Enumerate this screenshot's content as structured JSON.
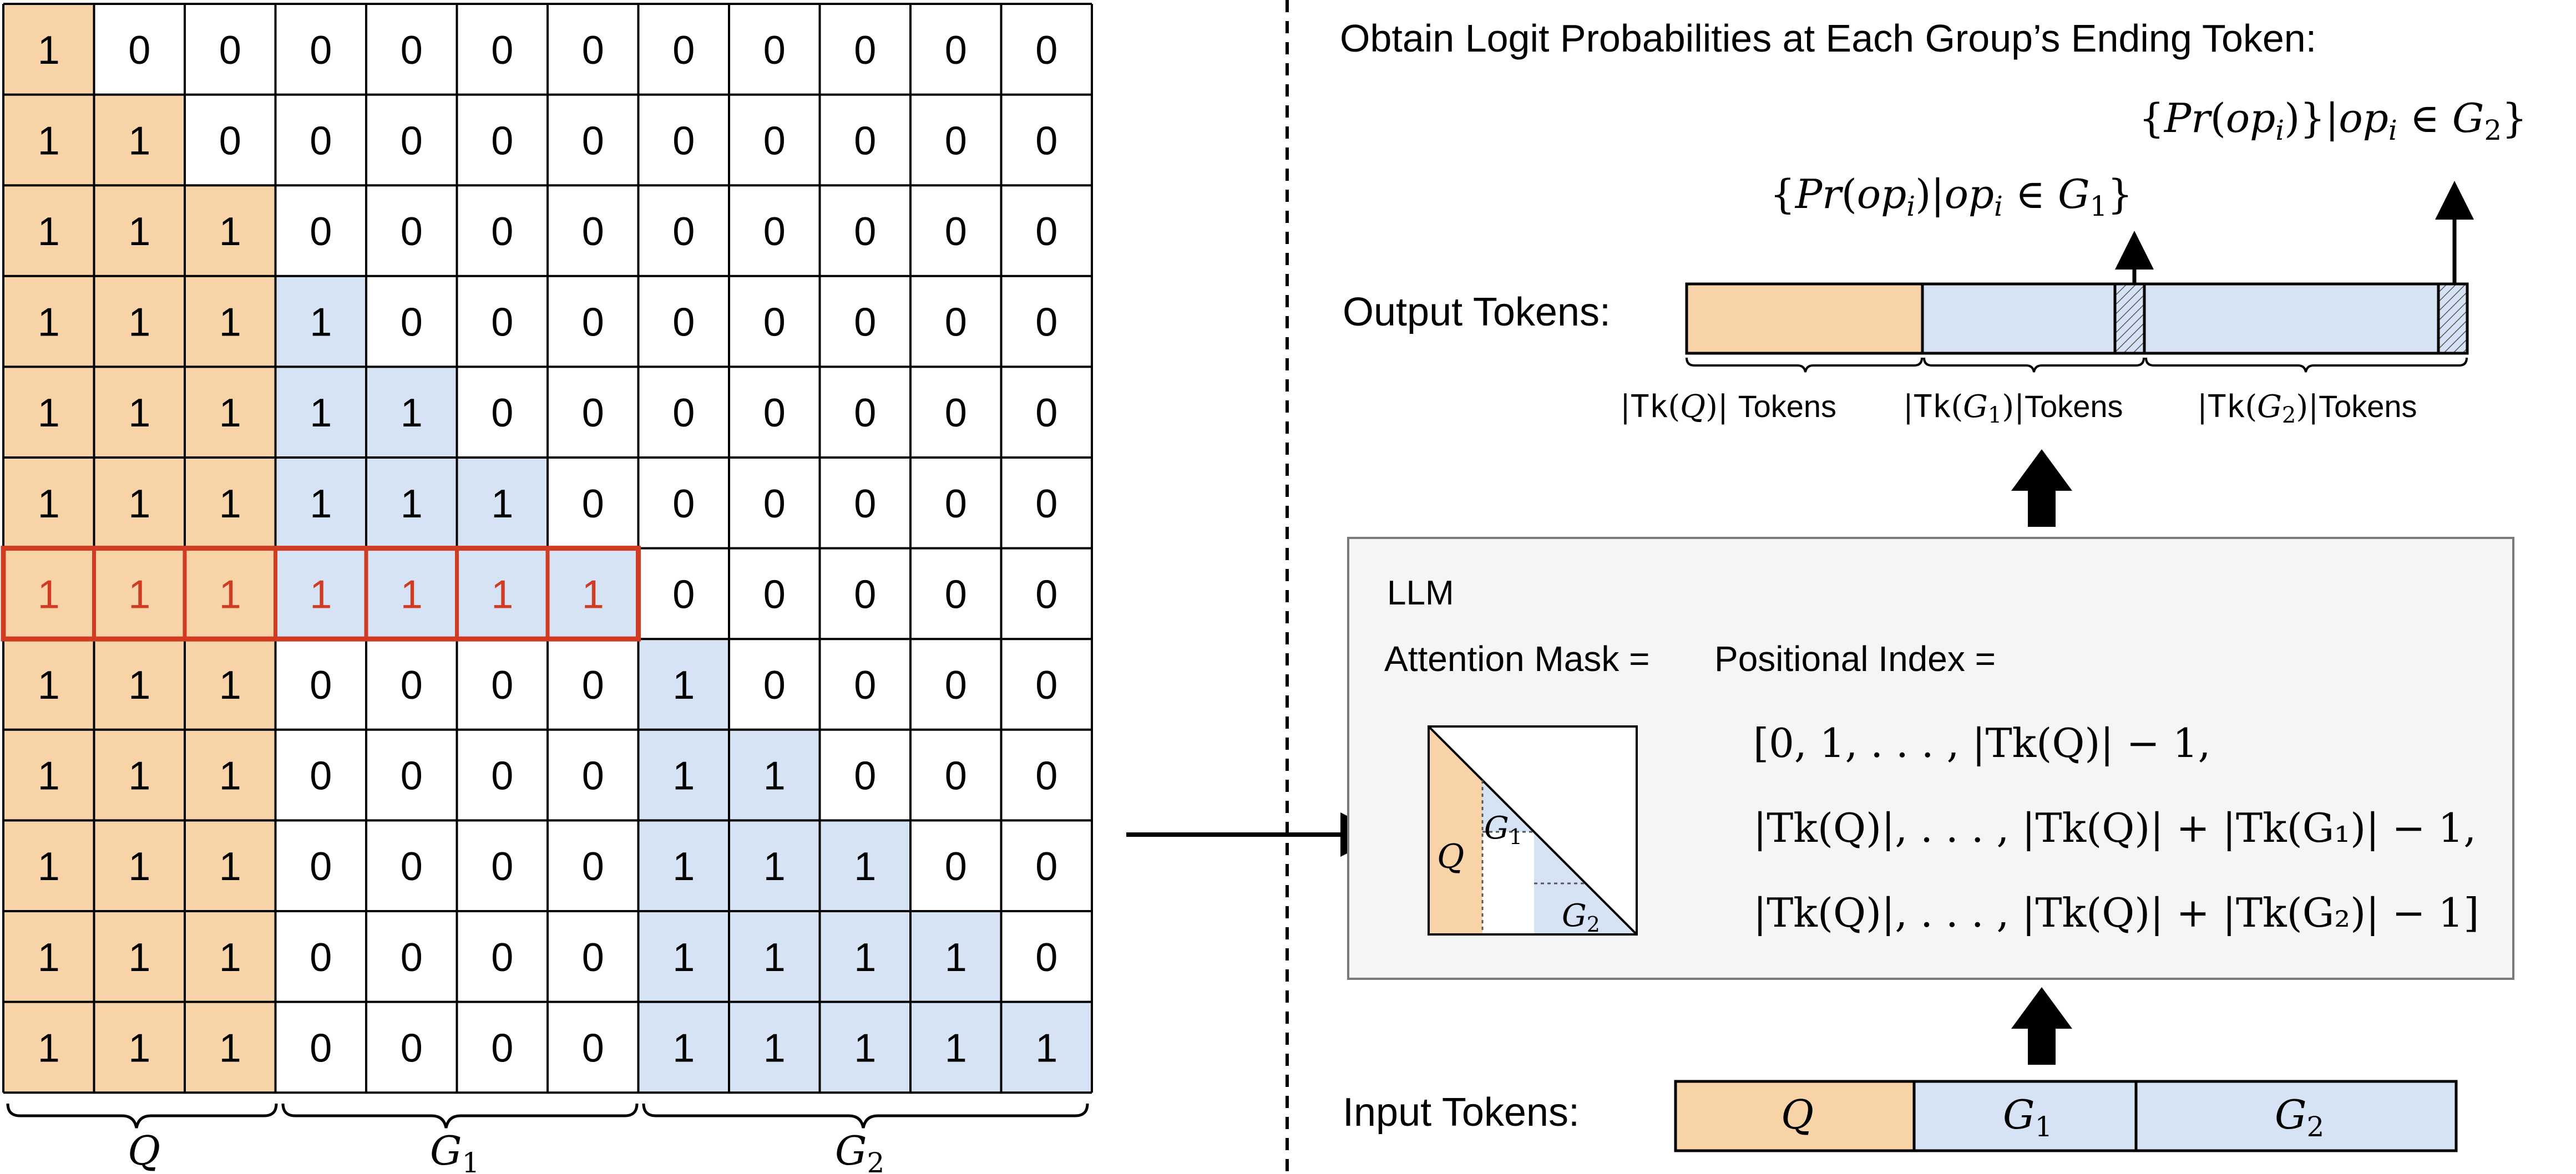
{
  "colors": {
    "query": "#F9D3A8",
    "group": "#D6E3F5",
    "highlight": "#D03C22",
    "line": "#000000",
    "panel": "#F3F5F7",
    "panel_border": "#7A7A7A"
  },
  "matrix": {
    "rows": [
      [
        1,
        0,
        0,
        0,
        0,
        0,
        0,
        0,
        0,
        0,
        0,
        0
      ],
      [
        1,
        1,
        0,
        0,
        0,
        0,
        0,
        0,
        0,
        0,
        0,
        0
      ],
      [
        1,
        1,
        1,
        0,
        0,
        0,
        0,
        0,
        0,
        0,
        0,
        0
      ],
      [
        1,
        1,
        1,
        1,
        0,
        0,
        0,
        0,
        0,
        0,
        0,
        0
      ],
      [
        1,
        1,
        1,
        1,
        1,
        0,
        0,
        0,
        0,
        0,
        0,
        0
      ],
      [
        1,
        1,
        1,
        1,
        1,
        1,
        0,
        0,
        0,
        0,
        0,
        0
      ],
      [
        1,
        1,
        1,
        1,
        1,
        1,
        1,
        0,
        0,
        0,
        0,
        0
      ],
      [
        1,
        1,
        1,
        0,
        0,
        0,
        0,
        1,
        0,
        0,
        0,
        0
      ],
      [
        1,
        1,
        1,
        0,
        0,
        0,
        0,
        1,
        1,
        0,
        0,
        0
      ],
      [
        1,
        1,
        1,
        0,
        0,
        0,
        0,
        1,
        1,
        1,
        0,
        0
      ],
      [
        1,
        1,
        1,
        0,
        0,
        0,
        0,
        1,
        1,
        1,
        1,
        0
      ],
      [
        1,
        1,
        1,
        0,
        0,
        0,
        0,
        1,
        1,
        1,
        1,
        1
      ]
    ],
    "query_cols": 3,
    "g1_cols": 4,
    "highlight_row": 6,
    "brace_labels": {
      "q": "Q",
      "g1": "G",
      "g1_sub": "1",
      "g2": "G",
      "g2_sub": "2"
    }
  },
  "header": "Obtain Logit Probabilities at Each Group’s Ending Token:",
  "prob_g2": {
    "pre": "{",
    "pr": "Pr",
    "op": "op",
    "i": "i",
    "mid": ")}|",
    "op2": "op",
    "in": "∈",
    "G": "G",
    "sub": "2",
    "close": "}"
  },
  "prob_g1": {
    "pre": "{",
    "pr": "Pr",
    "op": "op",
    "i": "i",
    "mid": ")|",
    "op2": "op",
    "in": "∈",
    "G": "G",
    "sub": "1",
    "close": "}"
  },
  "output": {
    "label": "Output Tokens:",
    "tk_q": {
      "tk": "Tk",
      "var": "Q",
      "suffix": "Tokens"
    },
    "tk_g1": {
      "tk": "Tk",
      "var": "G",
      "sub": "1",
      "suffix": "Tokens"
    },
    "tk_g2": {
      "tk": "Tk",
      "var": "G",
      "sub": "2",
      "suffix": "Tokens"
    }
  },
  "llm": {
    "title": "LLM",
    "attention_label": "Attention Mask =",
    "positional_label": "Positional Index =",
    "mini": {
      "q": "Q",
      "g1": "G",
      "g1_sub": "1",
      "g2": "G",
      "g2_sub": "2"
    },
    "pos_line1": "[0, 1, . . . , |Tk(Q)| − 1,",
    "pos_line2": "|Tk(Q)|, . . . , |Tk(Q)| + |Tk(G₁)| − 1,",
    "pos_line3": "|Tk(Q)|, . . . , |Tk(Q)| + |Tk(G₂)| − 1]"
  },
  "input": {
    "label": "Input Tokens:",
    "q": "Q",
    "g1": "G",
    "g1_sub": "1",
    "g2": "G",
    "g2_sub": "2"
  }
}
